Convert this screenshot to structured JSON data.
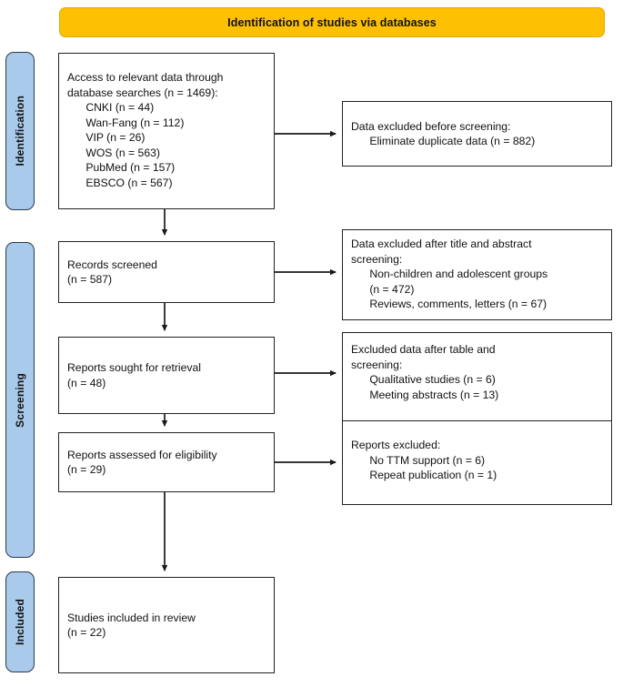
{
  "banner": {
    "title": "Identification of studies via databases",
    "color": "#FDC003"
  },
  "stages": [
    {
      "id": "identification",
      "label": "Identification",
      "color": "#a9caea"
    },
    {
      "id": "screening",
      "label": "Screening",
      "color": "#a9caea"
    },
    {
      "id": "included",
      "label": "Included",
      "color": "#a9caea"
    }
  ],
  "nodes": {
    "records_identified": {
      "text": "Access to relevant data through\ndatabase searches (n = 1469):\n      CNKI (n = 44)\n      Wan-Fang (n = 112)\n      VIP (n = 26)\n      WOS (n = 563)\n      PubMed (n = 157)\n      EBSCO (n = 567)"
    },
    "records_removed": {
      "text": "Data excluded before screening:\n      Eliminate duplicate data (n = 882)"
    },
    "records_screened": {
      "text": "Records screened\n(n = 587)"
    },
    "records_excluded": {
      "text": "Data excluded after title and abstract\nscreening:\n      Non-children and adolescent groups\n      (n = 472)\n      Reviews, comments, letters (n = 67)"
    },
    "reports_sought": {
      "text": "Reports sought for retrieval\n(n = 48)"
    },
    "reports_not_retrieved": {
      "text": "Excluded data after table and\nscreening:\n      Qualitative studies (n = 6)\n      Meeting abstracts (n = 13)"
    },
    "reports_assessed": {
      "text": "Reports assessed for eligibility\n(n = 29)"
    },
    "reports_excluded": {
      "text": "Reports excluded:\n      No TTM support (n = 6)\n      Repeat publication (n = 1)"
    },
    "studies_included": {
      "text": "Studies included in review\n(n = 22)"
    }
  },
  "chart_data": {
    "type": "diagram",
    "title": "Identification of studies via databases",
    "diagram_kind": "PRISMA flow diagram",
    "stages": [
      "Identification",
      "Screening",
      "Included"
    ],
    "counts": {
      "records_identified_total": 1469,
      "databases": [
        {
          "name": "CNKI",
          "n": 44
        },
        {
          "name": "Wan-Fang",
          "n": 112
        },
        {
          "name": "VIP",
          "n": 26
        },
        {
          "name": "WOS",
          "n": 563
        },
        {
          "name": "PubMed",
          "n": 157
        },
        {
          "name": "EBSCO",
          "n": 567
        }
      ],
      "duplicates_removed": 882,
      "records_screened": 587,
      "excluded_non_children_adolescent": 472,
      "excluded_reviews_comments_letters": 67,
      "reports_sought_for_retrieval": 48,
      "excluded_qualitative_studies": 6,
      "excluded_meeting_abstracts": 13,
      "reports_assessed_for_eligibility": 29,
      "excluded_no_ttm_support": 6,
      "excluded_repeat_publication": 1,
      "studies_included_in_review": 22
    }
  }
}
